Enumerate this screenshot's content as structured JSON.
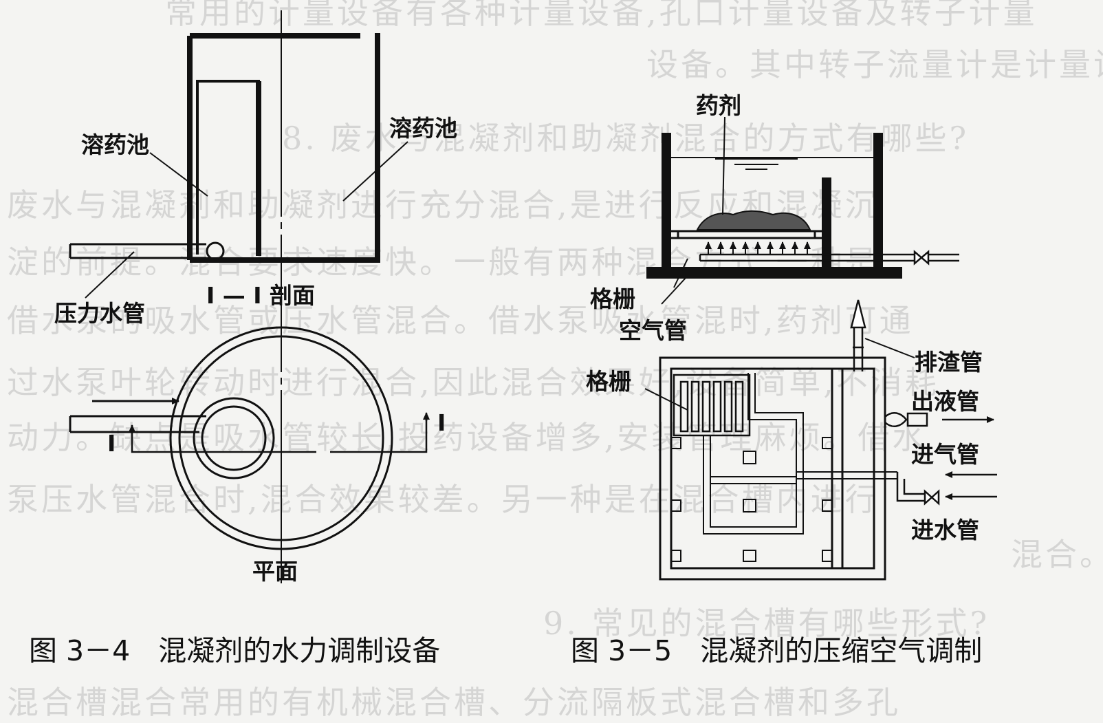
{
  "background_text": [
    "常用的计量设备有各种计量设备,孔口计量设备及转子计量",
    "设备。其中转子流量计是计量设备中应用最多的一种。",
    "8. 废水与混凝剂和助凝剂混合的方式有哪些?",
    "废水与混凝剂和助凝剂进行充分混合,是进行反应和混凝沉",
    "淀的前提。混合要求速度快。一般有两种混合方式,一种是",
    "借水泵的吸水管或压水管混合。借水泵吸水管混时,药剂可通",
    "过水泵叶轮转动时进行混合,因此混合效果好,设备简单,不消耗",
    "动力。缺点是吸水管较长,投药设备增多,安装管理麻烦。借水",
    "泵压水管混合时,混合效果较差。另一种是在混合槽内进行",
    "混合。",
    "9. 常见的混合槽有哪些形式?",
    "混合槽混合常用的有机械混合槽、分流隔板式混合槽和多孔"
  ],
  "fig34": {
    "label_left_tank": "溶药池",
    "label_right_tank": "溶药池",
    "label_pipe": "压力水管",
    "section_label": "I — I 剖面",
    "plan_label": "平面",
    "marker_left": "I",
    "marker_right": "I",
    "caption": "图 3－4　混凝剂的水力调制设备"
  },
  "fig35": {
    "label_chem": "药剂",
    "label_grid_side": "格栅",
    "label_air_pipe": "空气管",
    "label_grid_plan": "格栅",
    "label_slag": "排渣管",
    "label_outlet": "出液管",
    "label_air_in": "进气管",
    "label_water_in": "进水管",
    "caption": "图 3－5　混凝剂的压缩空气调制"
  }
}
